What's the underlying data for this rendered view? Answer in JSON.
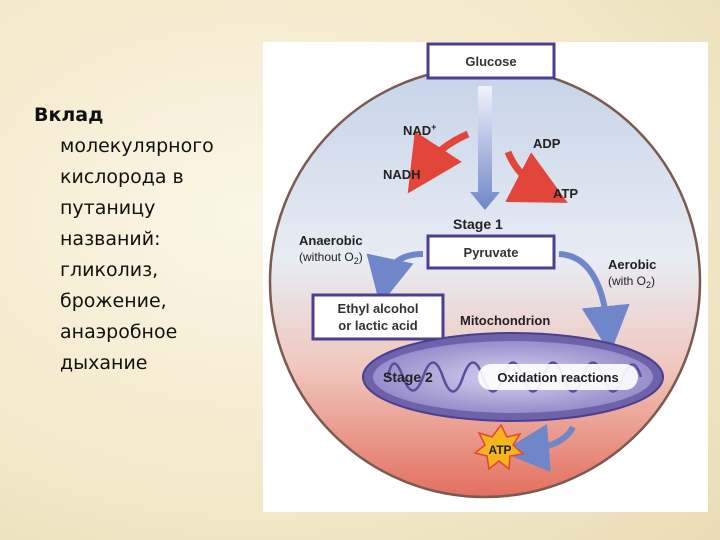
{
  "slide": {
    "heading": "Вклад",
    "lines": [
      "молекулярного",
      "кислорода в",
      "путаницу",
      "названий:",
      "гликолиз,",
      "брожение,",
      "анаэробное",
      "дыхание"
    ]
  },
  "diagram": {
    "glucose": "Glucose",
    "nad_plus": "NAD",
    "nad_plus_sup": "+",
    "nadh": "NADH",
    "adp": "ADP",
    "atp_top": "ATP",
    "stage1": "Stage 1",
    "anaerobic": "Anaerobic",
    "without_o2": "(without O",
    "without_o2_sub": "2",
    "without_o2_close": ")",
    "pyruvate": "Pyruvate",
    "aerobic": "Aerobic",
    "with_o2": "(with O",
    "with_o2_sub": "2",
    "with_o2_close": ")",
    "ethyl_line1": "Ethyl alcohol",
    "ethyl_line2": "or lactic acid",
    "mitochondrion": "Mitochondrion",
    "stage2": "Stage 2",
    "oxidation": "Oxidation reactions",
    "atp_bottom": "ATP"
  },
  "colors": {
    "circle_top": "#c9d6ea",
    "circle_bottom": "#e46f5e",
    "box_border": "#4b3f92",
    "arrow_blue": "#6f86c9",
    "arrow_red": "#e2453a",
    "mito": "#8a7fc4",
    "atp_star": "#f6b51c"
  }
}
